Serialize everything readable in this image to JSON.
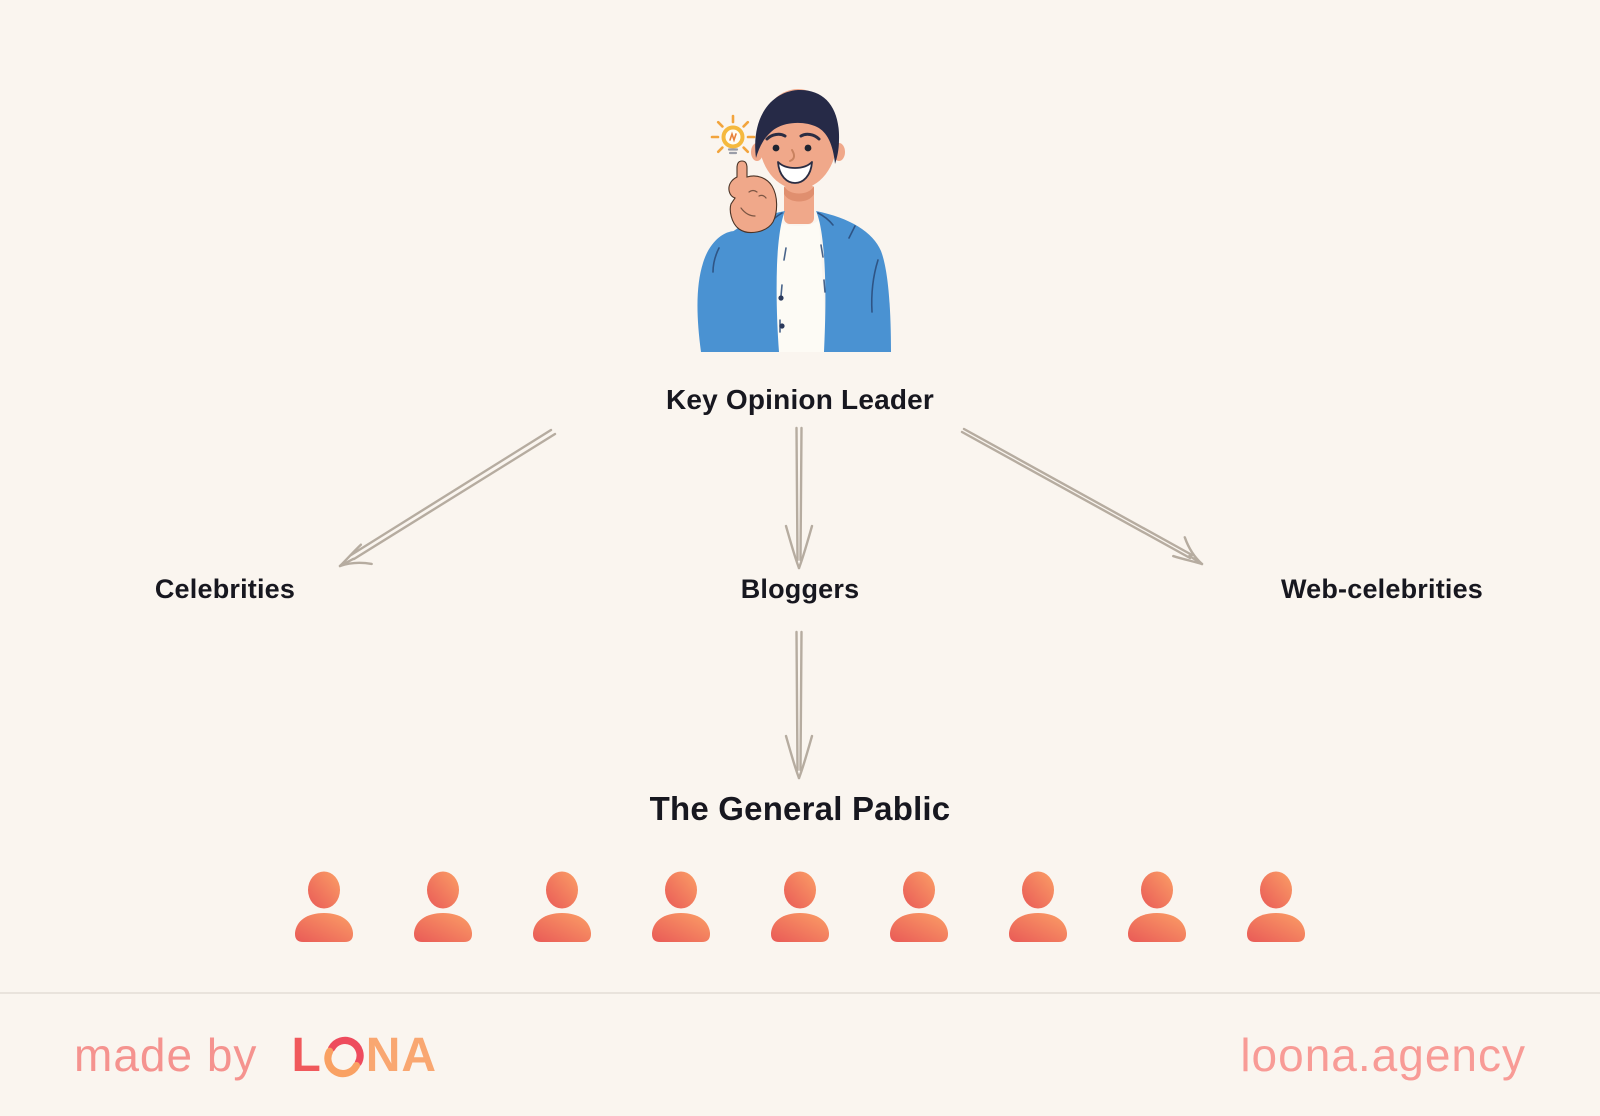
{
  "diagram": {
    "kol_label": "Key Opinion Leader",
    "tiers": [
      {
        "label": "Celebrities"
      },
      {
        "label": "Bloggers"
      },
      {
        "label": "Web-celebrities"
      }
    ],
    "audience_label": "The General Pablic",
    "audience_person_count": 9
  },
  "footer": {
    "made_by_text": "made by",
    "logo_l": "L",
    "logo_na": "NA",
    "site_url": "loona.agency"
  },
  "icons": {
    "lightbulb": "lightbulb-idea-icon",
    "person": "person-icon",
    "logo_swirl": "loona-swirl-o-icon"
  },
  "colors": {
    "background": "#FAF5EF",
    "text": "#17171F",
    "arrow": "#B6ACA0",
    "divider": "#E9E3DC",
    "salmon": "#F5938F",
    "site": "#F89B96",
    "logo_red": "#F0595C",
    "logo_orange": "#F9A771",
    "person_start": "#E95A57",
    "person_end": "#FB9F66",
    "skin": "#F0A88A",
    "hair": "#262A47",
    "cardigan": "#4A92D2",
    "shirt": "#FDFBF5"
  }
}
